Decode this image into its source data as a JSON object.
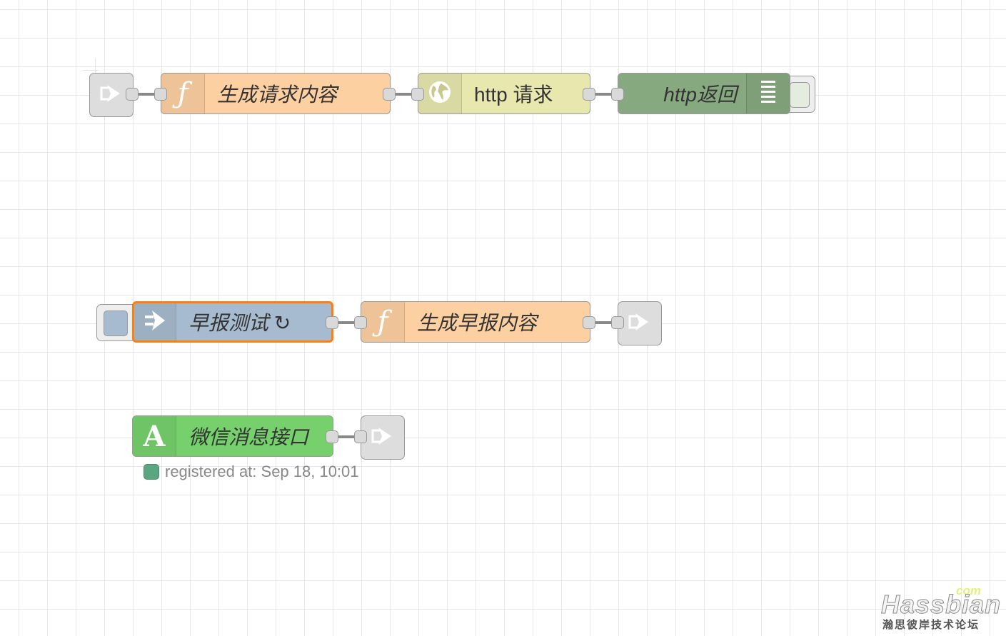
{
  "flow": {
    "row1": {
      "function_label": "生成请求内容",
      "http_request_label": "http 请求",
      "http_response_label": "http返回"
    },
    "row2": {
      "inject_label": "早报测试 ↻",
      "function_label": "生成早报内容"
    },
    "row3": {
      "wechat_label": "微信消息接口",
      "wechat_icon_letter": "A",
      "status_text": "registered at: Sep 18, 10:01"
    }
  },
  "colors": {
    "function": "#fdd0a2",
    "http_request": "#e7e7ae",
    "http_response": "#87a980",
    "inject": "#a6bbcf",
    "wechat": "#76d16c",
    "link": "#dddddd",
    "selected_border": "#ff7f0e",
    "status_dot": "#5aa680"
  },
  "icons": [
    "link-in-icon",
    "function-icon",
    "globe-icon",
    "list-icon",
    "arrow-in-icon",
    "link-out-icon",
    "letter-a-icon"
  ],
  "watermark": {
    "domain_suffix": "com",
    "brand": "Hassbian",
    "subtitle": "瀚思彼岸技术论坛"
  }
}
